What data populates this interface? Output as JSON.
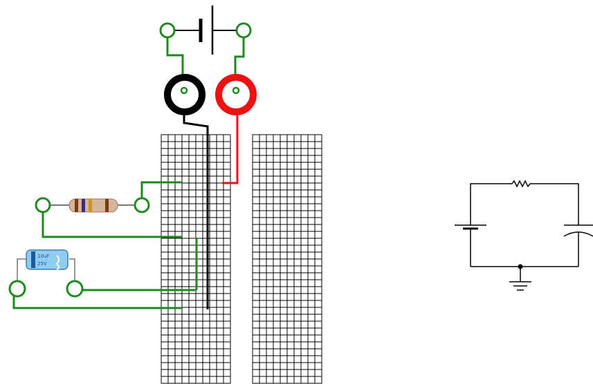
{
  "colors": {
    "wire_green": "#1f8a1f",
    "lead_red": "#ee1111",
    "lead_black": "#000000",
    "breadboard_grid": "#000000",
    "resistor_body": "#d8b49a",
    "capacitor_body": "#8ecdf0"
  },
  "breadboard": {
    "left_block": {
      "columns": 10,
      "rows": 36
    },
    "right_block": {
      "columns": 10,
      "rows": 36
    }
  },
  "components": {
    "battery": {
      "icon": "battery-icon"
    },
    "probe_black": {
      "icon": "black-probe-ring"
    },
    "probe_red": {
      "icon": "red-probe-ring"
    },
    "resistor": {
      "icon": "resistor-icon",
      "bands": [
        "#7a3b10",
        "#3a2e7a",
        "#c8961e",
        "#7a3b10"
      ]
    },
    "capacitor": {
      "icon": "capacitor-icon",
      "label_1": "10uF",
      "label_2": "25V"
    }
  },
  "schematic": {
    "elements": [
      "resistor-symbol",
      "battery-symbol",
      "capacitor-symbol",
      "ground-symbol",
      "junction-dot"
    ]
  }
}
